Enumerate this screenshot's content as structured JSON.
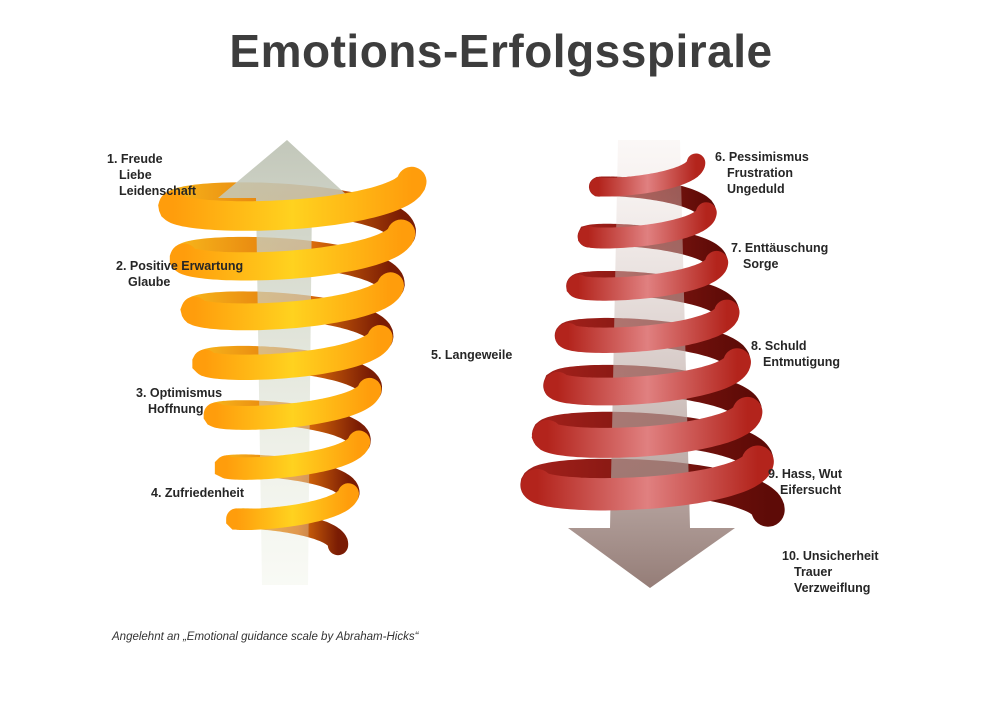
{
  "title": "Emotions-Erfolgsspirale",
  "colors": {
    "up_spiral_light": "#ffd21f",
    "up_spiral_mid": "#ff9d0c",
    "up_spiral_dark": "#7a1c04",
    "down_spiral_light": "#e08080",
    "down_spiral_mid": "#b3241c",
    "down_spiral_dark": "#5e0b07",
    "arrow_up": "#cdd2c2",
    "arrow_down": "#a8908a"
  },
  "upward": {
    "icon": "spiral-arrow-up",
    "labels": [
      {
        "lines": [
          "1. Freude",
          "Liebe",
          "Leidenschaft"
        ]
      },
      {
        "lines": [
          "2. Positive Erwartung",
          "Glaube"
        ]
      },
      {
        "lines": [
          "3. Optimismus",
          "Hoffnung"
        ]
      },
      {
        "lines": [
          "4. Zufriedenheit"
        ]
      }
    ]
  },
  "middle": {
    "lines": [
      "5. Langeweile"
    ]
  },
  "downward": {
    "icon": "spiral-arrow-down",
    "labels": [
      {
        "lines": [
          "6. Pessimismus",
          "Frustration",
          "Ungeduld"
        ]
      },
      {
        "lines": [
          "7. Enttäuschung",
          "Sorge"
        ]
      },
      {
        "lines": [
          "8. Schuld",
          "Entmutigung"
        ]
      },
      {
        "lines": [
          "9. Hass, Wut",
          "Eifersucht"
        ]
      },
      {
        "lines": [
          "10. Unsicherheit",
          "Trauer",
          "Verzweiflung"
        ]
      }
    ]
  },
  "footnote": "Angelehnt an „Emotional guidance scale by Abraham-Hicks“"
}
